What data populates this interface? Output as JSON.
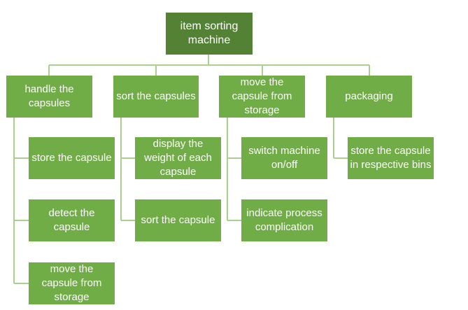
{
  "diagram": {
    "root": {
      "label": "item sorting machine"
    },
    "branches": [
      {
        "label": "handle the capsules",
        "children": [
          "store the capsule",
          "detect the capsule",
          "move the capsule from storage"
        ]
      },
      {
        "label": "sort the capsules",
        "children": [
          "display the weight of each capsule",
          "sort the capsule"
        ]
      },
      {
        "label": "move the capsule from storage",
        "children": [
          "switch machine on/off",
          "indicate process complication"
        ]
      },
      {
        "label": "packaging",
        "children": [
          "store the capsule in respective bins"
        ]
      }
    ],
    "colors": {
      "root_fill": "#548235",
      "node_fill": "#70ad47",
      "connector": "#a9d18e",
      "text": "#ffffff"
    }
  }
}
